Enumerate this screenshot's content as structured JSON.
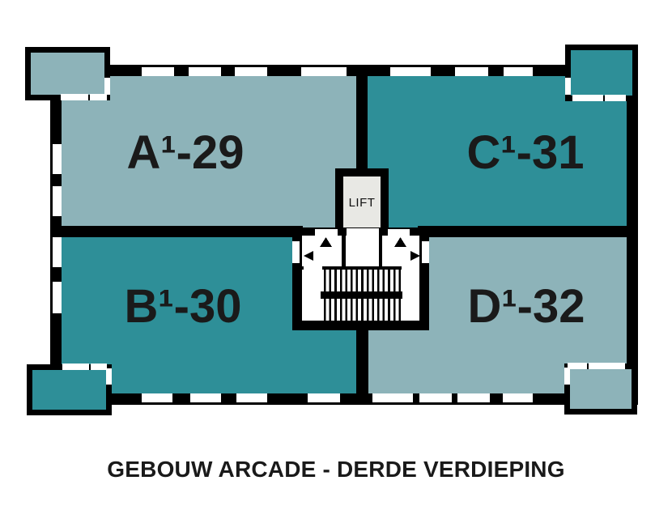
{
  "title": "GEBOUW ARCADE - DERDE VERDIEPING",
  "colors": {
    "light_teal": "#8DB3B9",
    "dark_teal": "#2E8F98",
    "wall_black": "#000000",
    "lift_fill": "#E8E8E4",
    "opening_white": "#FFFFFF",
    "label_text": "#1A1A1A",
    "background": "#FFFFFF"
  },
  "apartments": [
    {
      "label": "A¹-29",
      "position": "top-left",
      "fill": "#8DB3B9"
    },
    {
      "label": "C¹-31",
      "position": "top-right",
      "fill": "#2E8F98"
    },
    {
      "label": "B¹-30",
      "position": "bottom-left",
      "fill": "#2E8F98"
    },
    {
      "label": "D¹-32",
      "position": "bottom-right",
      "fill": "#8DB3B9"
    }
  ],
  "core": {
    "lift_label": "LIFT"
  }
}
